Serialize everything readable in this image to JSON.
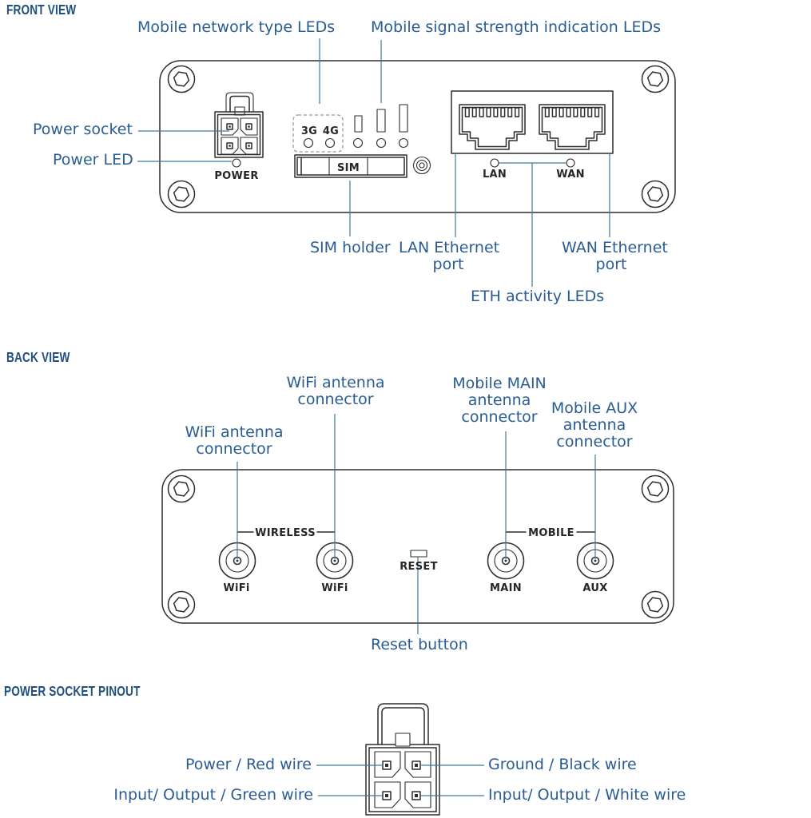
{
  "front": {
    "heading": "FRONT VIEW",
    "callouts": {
      "mobile_network": "Mobile network type LEDs",
      "mobile_signal": "Mobile signal strength indication LEDs",
      "power_socket": "Power socket",
      "power_led": "Power LED",
      "sim_holder": "SIM holder",
      "lan_port": [
        "LAN Ethernet",
        "port"
      ],
      "wan_port": [
        "WAN Ethernet",
        "port"
      ],
      "eth_activity": "ETH activity LEDs"
    },
    "panel_text": {
      "net_3g": "3G",
      "net_4g": "4G",
      "power": "POWER",
      "sim": "SIM",
      "lan": "LAN",
      "wan": "WAN"
    }
  },
  "back": {
    "heading": "BACK VIEW",
    "callouts": {
      "wifi_left": [
        "WiFi antenna",
        "connector"
      ],
      "wifi_right": [
        "WiFi antenna",
        "connector"
      ],
      "mobile_main": [
        "Mobile MAIN",
        "antenna",
        "connector"
      ],
      "mobile_aux": [
        "Mobile AUX",
        "antenna",
        "connector"
      ],
      "reset": "Reset button"
    },
    "panel_text": {
      "wireless": "WIRELESS",
      "mobile": "MOBILE",
      "wifi1": "WiFi",
      "wifi2": "WiFi",
      "reset": "RESET",
      "main": "MAIN",
      "aux": "AUX"
    }
  },
  "pinout": {
    "heading": "POWER SOCKET PINOUT",
    "callouts": {
      "power_red": "Power / Red wire",
      "ground_black": "Ground / Black wire",
      "io_green": "Input/ Output / Green wire",
      "io_white": "Input/ Output / White wire"
    }
  },
  "colors": {
    "heading_blue": "#20507f",
    "label_blue": "#2a5c94",
    "leader_line": "#3f7aa0",
    "line_art": "#2d2d2d"
  }
}
